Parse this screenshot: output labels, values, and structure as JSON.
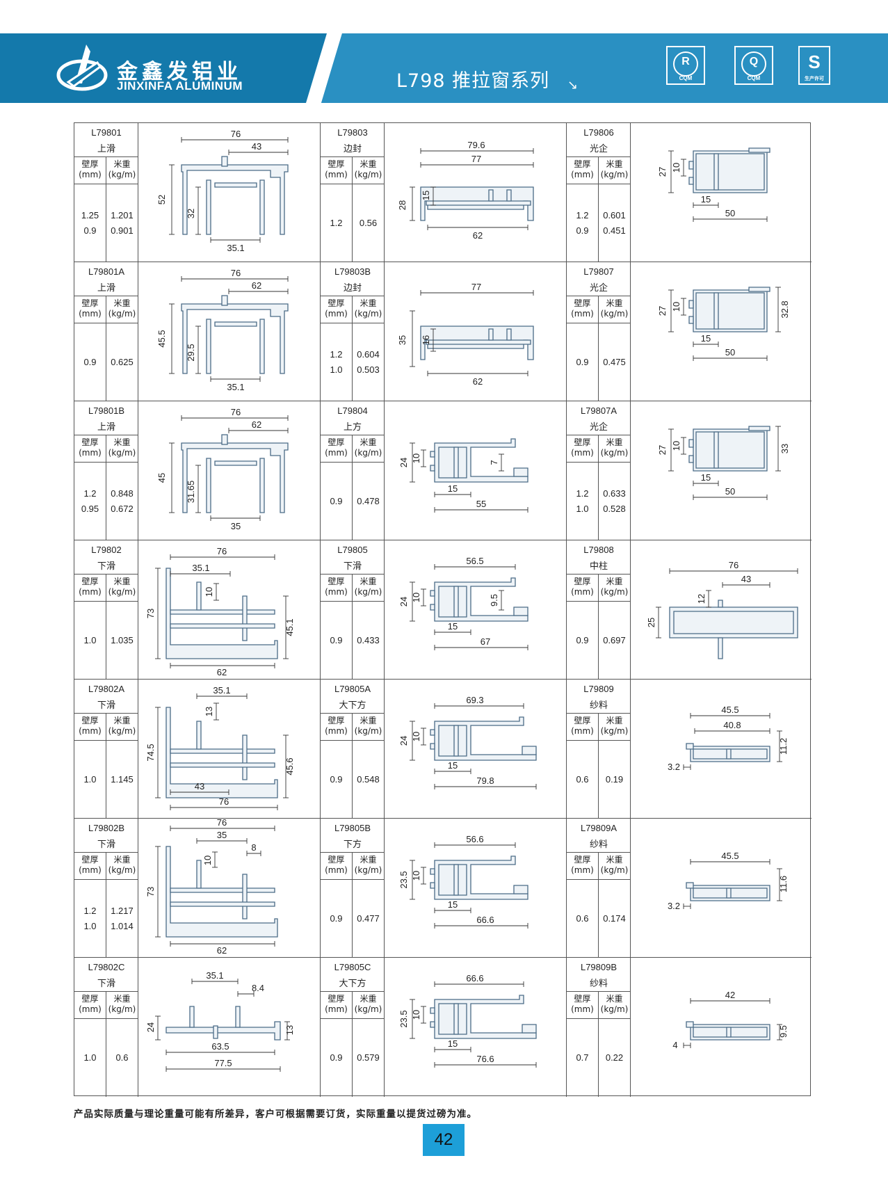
{
  "header": {
    "brand_cn": "金鑫发铝业",
    "brand_en": "JINXINFA ALUMINUM",
    "series_title": "L798 推拉窗系列",
    "series_arrow": "↘",
    "certs": [
      {
        "glyph": "R",
        "sub": "CQM",
        "icon": "cqm-r-cert-icon"
      },
      {
        "glyph": "Q",
        "sub": "CQM",
        "icon": "cqm-q-cert-icon"
      },
      {
        "glyph": "S",
        "sub": "生产许可",
        "icon": "qs-license-icon"
      }
    ],
    "colors": {
      "banner": "#1d7fb0",
      "banner_dark": "#145f86",
      "accent": "#1d9fd8"
    }
  },
  "table_headers": {
    "wall_label": "壁厚",
    "wall_unit": "(mm)",
    "weight_label": "米重",
    "weight_unit": "(kg/m)"
  },
  "products": [
    {
      "code": "L79801",
      "name": "上滑",
      "rows": [
        [
          "1.25",
          "1.201"
        ],
        [
          "0.9",
          "0.901"
        ]
      ],
      "dims": [
        "76",
        "43",
        "52",
        "32",
        "35.1"
      ]
    },
    {
      "code": "L79803",
      "name": "边封",
      "rows": [
        [
          "1.2",
          "0.56"
        ]
      ],
      "dims": [
        "79.6",
        "77",
        "28",
        "15",
        "62"
      ]
    },
    {
      "code": "L79806",
      "name": "光企",
      "rows": [
        [
          "1.2",
          "0.601"
        ],
        [
          "0.9",
          "0.451"
        ]
      ],
      "dims": [
        "27",
        "10",
        "15",
        "50"
      ]
    },
    {
      "code": "L79801A",
      "name": "上滑",
      "rows": [
        [
          "0.9",
          "0.625"
        ]
      ],
      "dims": [
        "76",
        "62",
        "45.5",
        "29.5",
        "35.1"
      ]
    },
    {
      "code": "L79803B",
      "name": "边封",
      "rows": [
        [
          "1.2",
          "0.604"
        ],
        [
          "1.0",
          "0.503"
        ]
      ],
      "dims": [
        "77",
        "35",
        "16",
        "62"
      ]
    },
    {
      "code": "L79807",
      "name": "光企",
      "rows": [
        [
          "0.9",
          "0.475"
        ]
      ],
      "dims": [
        "27",
        "10",
        "32.8",
        "15",
        "50"
      ]
    },
    {
      "code": "L79801B",
      "name": "上滑",
      "rows": [
        [
          "1.2",
          "0.848"
        ],
        [
          "0.95",
          "0.672"
        ]
      ],
      "dims": [
        "76",
        "62",
        "45",
        "31.65",
        "35"
      ]
    },
    {
      "code": "L79804",
      "name": "上方",
      "rows": [
        [
          "0.9",
          "0.478"
        ]
      ],
      "dims": [
        "24",
        "10",
        "7",
        "15",
        "55"
      ]
    },
    {
      "code": "L79807A",
      "name": "光企",
      "rows": [
        [
          "1.2",
          "0.633"
        ],
        [
          "1.0",
          "0.528"
        ]
      ],
      "dims": [
        "27",
        "10",
        "33",
        "15",
        "50"
      ]
    },
    {
      "code": "L79802",
      "name": "下滑",
      "rows": [
        [
          "1.0",
          "1.035"
        ]
      ],
      "dims": [
        "76",
        "35.1",
        "10",
        "73",
        "45.1",
        "62"
      ]
    },
    {
      "code": "L79805",
      "name": "下滑",
      "rows": [
        [
          "0.9",
          "0.433"
        ]
      ],
      "dims": [
        "56.5",
        "24",
        "10",
        "9.5",
        "15",
        "67"
      ]
    },
    {
      "code": "L79808",
      "name": "中柱",
      "rows": [
        [
          "0.9",
          "0.697"
        ]
      ],
      "dims": [
        "76",
        "43",
        "12",
        "25"
      ]
    },
    {
      "code": "L79802A",
      "name": "下滑",
      "rows": [
        [
          "1.0",
          "1.145"
        ]
      ],
      "dims": [
        "35.1",
        "13",
        "74.5",
        "45.6",
        "43",
        "76"
      ]
    },
    {
      "code": "L79805A",
      "name": "大下方",
      "rows": [
        [
          "0.9",
          "0.548"
        ]
      ],
      "dims": [
        "69.3",
        "24",
        "10",
        "15",
        "79.8"
      ]
    },
    {
      "code": "L79809",
      "name": "纱料",
      "rows": [
        [
          "0.6",
          "0.19"
        ]
      ],
      "dims": [
        "45.5",
        "40.8",
        "11.2",
        "3.2"
      ]
    },
    {
      "code": "L79802B",
      "name": "下滑",
      "rows": [
        [
          "1.2",
          "1.217"
        ],
        [
          "1.0",
          "1.014"
        ]
      ],
      "dims": [
        "76",
        "35",
        "10",
        "8",
        "73",
        "62"
      ]
    },
    {
      "code": "L79805B",
      "name": "下方",
      "rows": [
        [
          "0.9",
          "0.477"
        ]
      ],
      "dims": [
        "56.6",
        "23.5",
        "10",
        "15",
        "66.6"
      ]
    },
    {
      "code": "L79809A",
      "name": "纱料",
      "rows": [
        [
          "0.6",
          "0.174"
        ]
      ],
      "dims": [
        "45.5",
        "11.6",
        "3.2"
      ]
    },
    {
      "code": "L79802C",
      "name": "下滑",
      "rows": [
        [
          "1.0",
          "0.6"
        ]
      ],
      "dims": [
        "35.1",
        "8.4",
        "24",
        "13",
        "63.5",
        "77.5"
      ]
    },
    {
      "code": "L79805C",
      "name": "大下方",
      "rows": [
        [
          "0.9",
          "0.579"
        ]
      ],
      "dims": [
        "66.6",
        "23.5",
        "10",
        "15",
        "76.6"
      ]
    },
    {
      "code": "L79809B",
      "name": "纱料",
      "rows": [
        [
          "0.7",
          "0.22"
        ]
      ],
      "dims": [
        "42",
        "9.5",
        "4"
      ]
    }
  ],
  "footnote": "产品实际质量与理论重量可能有所差异，客户可根据需要订货，实际重量以提货过磅为准。",
  "page_number": "42"
}
